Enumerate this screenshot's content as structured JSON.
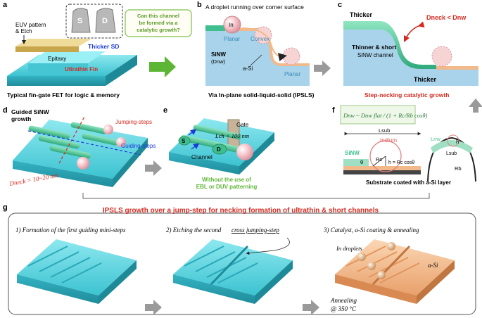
{
  "panels": {
    "a": {
      "letter": "a",
      "label_pattern": "EUV pattern",
      "label_etch": "& Etch",
      "label_s": "S",
      "label_d": "D",
      "label_epitaxy": "Epitaxy",
      "label_thicker_sd": "Thicker SD",
      "label_fin": "Ultrathin Fin",
      "caption": "Typical fin-gate FET for logic & memory",
      "question_1": "Can this channel",
      "question_2": "be formed via a",
      "question_3": "catalytic growth?"
    },
    "b": {
      "letter": "b",
      "title": "A droplet running over corner surface",
      "label_in": "In",
      "label_planar_top": "Planar",
      "label_convex": "Convex",
      "label_sinw": "SiNW",
      "label_dnw": "(Dnw)",
      "label_asi": "a-Si",
      "label_planar_bottom": "Planar",
      "caption": "Via In-plane solid-liquid-solid (IPSLS)"
    },
    "c": {
      "letter": "c",
      "label_thicker_top": "Thicker",
      "label_dneck": "Dneck < Dnw",
      "label_thinner_1": "Thinner & short",
      "label_thinner_2": "SiNW channel",
      "label_thicker_bottom": "Thicker",
      "caption": "Step-necking catalytic growth"
    },
    "d": {
      "letter": "d",
      "title_1": "Guided SiNW",
      "title_2": "growth",
      "label_jumping": "Jumping-steps",
      "label_guiding": "Guiding-steps",
      "label_dneck": "Dneck = 10~20 nm"
    },
    "e": {
      "letter": "e",
      "label_gate": "Gate",
      "label_s": "S",
      "label_d": "D",
      "label_lch": "Lch < 100 nm",
      "label_channel": "Channel",
      "note_1": "Without the use of",
      "note_2": "EBL or DUV patterning"
    },
    "f": {
      "letter": "f",
      "formula": "Dnw ~ Dnw flat / (1 + Rc/Rb cosθ)",
      "label_lsub": "Lsub",
      "label_sinw": "SiNW",
      "label_indium": "Indium",
      "label_rc": "Rc",
      "label_theta": "θ",
      "label_h": "h = Rc cosθ",
      "label_lnw": "Lnw",
      "label_h2": "h",
      "label_lsub2": "Lsub",
      "label_rb": "Rb",
      "caption": "Substrate coated with a-Si layer"
    },
    "g": {
      "letter": "g",
      "title": "IPSLS growth over a jump-step for necking formation of ultrathin & short channels",
      "step1": "1) Formation of the first guiding mini-steps",
      "step2_a": "2) Etching the second ",
      "step2_b": "cross jumping-step",
      "step3": "3) Catalyst, a-Si coating & annealing",
      "label_droplets": "In droplets",
      "label_asi": "a-Si",
      "label_annealing": "Annealing",
      "label_temp": "@ 350 °C"
    }
  },
  "colors": {
    "substrate": "#5ad0dc",
    "substrate_side": "#2aa8b8",
    "nanowire": "#3fbf8f",
    "droplet": "#f7c4c4",
    "arrow_green": "#5cb534",
    "arrow_gray": "#9a9a9a",
    "red": "#d42a1f",
    "blue": "#1a3ad8",
    "peach": "#f2b98a"
  }
}
